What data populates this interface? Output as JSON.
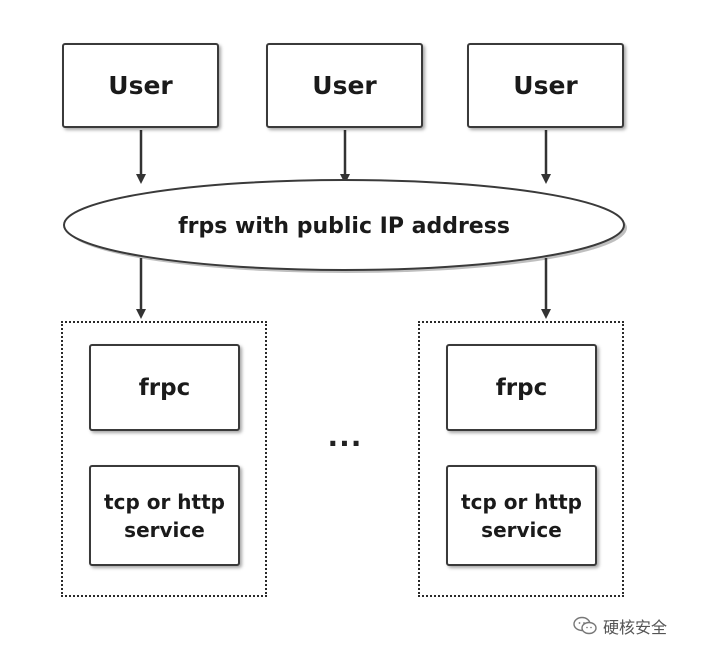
{
  "diagram": {
    "users": [
      "User",
      "User",
      "User"
    ],
    "server_label": "frps with public IP address",
    "client_groups": [
      {
        "client_label": "frpc",
        "service_label": "tcp or http service"
      },
      {
        "client_label": "frpc",
        "service_label": "tcp or http service"
      }
    ],
    "ellipsis": "..."
  },
  "watermark": {
    "icon": "wechat-icon",
    "text": "硬核安全"
  },
  "colors": {
    "stroke": "#3a3a3a",
    "ellipse_fill": "#ffffff",
    "text": "#1a1a1a"
  }
}
